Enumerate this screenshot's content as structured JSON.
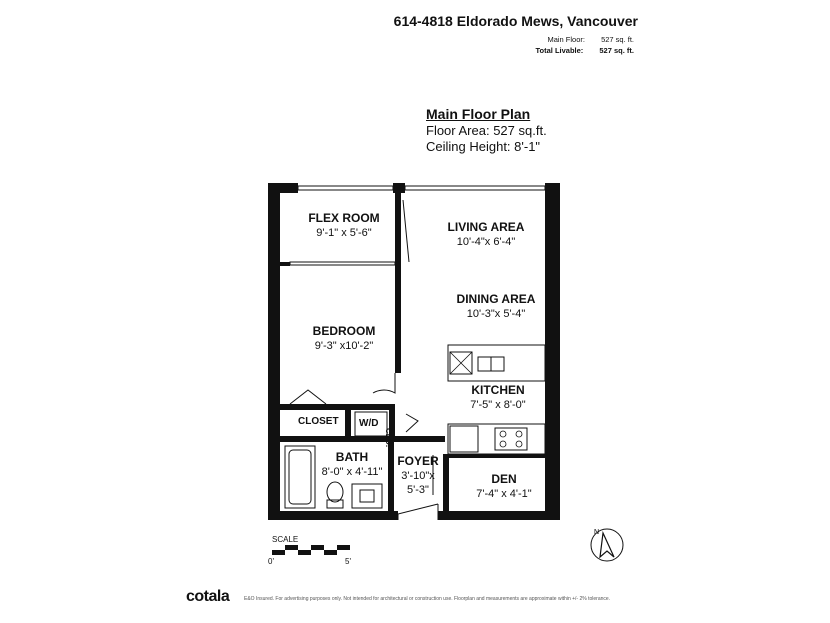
{
  "header": {
    "address": "614-4818 Eldorado Mews, Vancouver",
    "main_floor_label": "Main Floor:",
    "main_floor_value": "527 sq. ft.",
    "total_label": "Total Livable:",
    "total_value": "527 sq. ft."
  },
  "plan": {
    "title": "Main Floor Plan",
    "floor_area": "Floor Area: 527 sq.ft.",
    "ceiling_height": "Ceiling Height: 8'-1\""
  },
  "rooms": {
    "flex": {
      "name": "FLEX ROOM",
      "dims": "9'-1\" x 5'-6\""
    },
    "living": {
      "name": "LIVING AREA",
      "dims": "10'-4\"x 6'-4\""
    },
    "dining": {
      "name": "DINING AREA",
      "dims": "10'-3\"x 5'-4\""
    },
    "bedroom": {
      "name": "BEDROOM",
      "dims": "9'-3\" x10'-2\""
    },
    "kitchen": {
      "name": "KITCHEN",
      "dims": "7'-5\" x 8'-0\""
    },
    "closet": {
      "name": "CLOSET"
    },
    "wd": {
      "name": "W/D"
    },
    "clo": {
      "name": "CLO."
    },
    "bath": {
      "name": "BATH",
      "dims": "8'-0\" x 4'-11\""
    },
    "foyer": {
      "name": "FOYER",
      "dims1": "3'-10\"x",
      "dims2": "5'-3\""
    },
    "den": {
      "name": "DEN",
      "dims": "7'-4\" x 4'-1\""
    }
  },
  "scale": {
    "title": "SCALE",
    "zero": "0'",
    "five": "5'"
  },
  "footer": {
    "brand": "cotala",
    "note": "E&O Insured. For advertising purposes only. Not intended for architectural or construction use. Floorplan and measurements are approximate within +/- 2% tolerance."
  },
  "icons": {
    "north": "north-arrow-icon"
  }
}
